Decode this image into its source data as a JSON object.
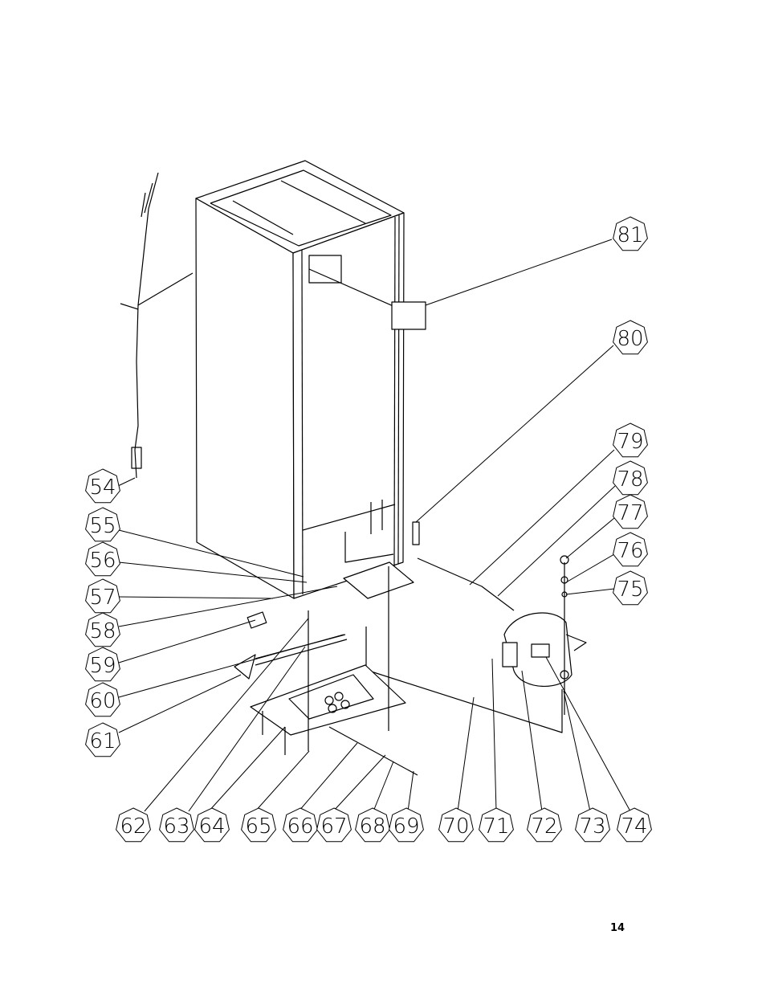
{
  "callouts": [
    "54",
    "55",
    "56",
    "57",
    "58",
    "59",
    "60",
    "61",
    "62",
    "63",
    "64",
    "65",
    "66",
    "67",
    "68",
    "69",
    "70",
    "71",
    "72",
    "73",
    "74",
    "75",
    "76",
    "77",
    "78",
    "79",
    "80",
    "81"
  ],
  "page_number": "14"
}
